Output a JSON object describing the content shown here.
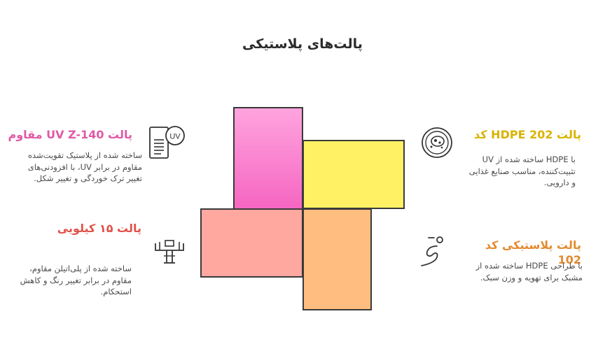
{
  "title": "پالت‌های پلاستیکی",
  "items": [
    {
      "heading": "پالت UV Z-140 مقاوم",
      "description": "ساخته شده از پلاستیک تقویت‌شده مقاوم در برابر UV، با افزودنی‌های تغییر ترک خوردگی و تغییر شکل.",
      "color": "#e05aa6",
      "icon": "uv-document-icon"
    },
    {
      "heading": "پالت ۱۵ کیلویی",
      "description": "ساخته شده از پلی‌اتیلن مقاوم، مقاوم در برابر تغییر رنگ و کاهش استحکام.",
      "color": "#e0534a",
      "icon": "pallet-support-icon"
    },
    {
      "heading": "پالت HDPE 202 کد",
      "description": "با HDPE ساخته شده از UV تثبیت‌کننده، مناسب صنایع غذایی و دارویی.",
      "color": "#d9b300",
      "icon": "petri-dish-icon"
    },
    {
      "heading": "پالت پلاستیکی کد 102",
      "description": "با طراحی HDPE ساخته شده از مشبک برای تهویه و وزن سبک.",
      "color": "#e48a2f",
      "icon": "person-fitness-icon"
    }
  ]
}
